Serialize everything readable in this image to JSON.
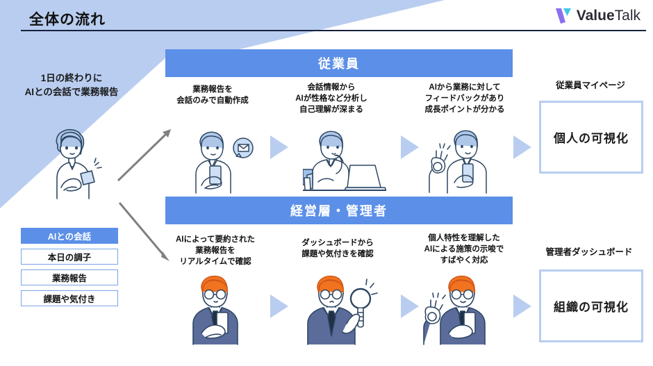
{
  "header": {
    "title": "全体の流れ",
    "logo": {
      "icon": "valuetalk-v-logo",
      "bold_part": "Value",
      "light_part": "Talk",
      "purple": "#8b6ff0",
      "cyan": "#3ec8e8"
    },
    "rule_color": "#16213e",
    "diagonal_color": "#b9cdf0"
  },
  "left": {
    "caption_line1": "1日の終わりに",
    "caption_line2": "AIとの会話で業務報告",
    "person_icon": "person-with-smartphone",
    "buttons": [
      {
        "label": "AIとの会話",
        "active": true
      },
      {
        "label": "本日の調子",
        "active": false
      },
      {
        "label": "業務報告",
        "active": false
      },
      {
        "label": "課題や気付き",
        "active": false
      }
    ],
    "arrow_up_icon": "gray-arrow-up-right",
    "arrow_down_icon": "gray-arrow-down-right"
  },
  "rows": [
    {
      "banner": "従業員",
      "steps": [
        {
          "caption": "業務報告を\n会話のみで自動作成",
          "lines": [
            "業務報告を",
            "会話のみで自動作成"
          ],
          "illustration": "man-smartphone-mail-bubble"
        },
        {
          "caption": "会話情報から\nAIが性格など分析し\n自己理解が深まる",
          "lines": [
            "会話情報から",
            "AIが性格など分析し",
            "自己理解が深まる"
          ],
          "illustration": "man-at-laptop-thinking"
        },
        {
          "caption": "AIから業務に対して\nフィードバックがあり\n成長ポイントが分かる",
          "lines": [
            "AIから業務に対して",
            "フィードバックがあり",
            "成長ポイントが分かる"
          ],
          "illustration": "man-ok-sign-smartphone"
        }
      ],
      "result_label": "従業員マイページ",
      "result_box": "個人の可視化"
    },
    {
      "banner": "経営層・管理者",
      "steps": [
        {
          "caption": "AIによって要約された\n業務報告を\nリアルタイムで確認",
          "lines": [
            "AIによって要約された",
            "業務報告を",
            "リアルタイムで確認"
          ],
          "illustration": "manager-suit-smartphone"
        },
        {
          "caption": "ダッシュボードから\n課題や気付きを確認",
          "lines": [
            "ダッシュボードから",
            "課題や気付きを確認"
          ],
          "illustration": "manager-magnifying-glass"
        },
        {
          "caption": "個人特性を理解した\nAIによる施策の示唆で\nすばやく対応",
          "lines": [
            "個人特性を理解した",
            "AIによる施策の示唆で",
            "すばやく対応"
          ],
          "illustration": "manager-ok-sign-smartphone"
        }
      ],
      "result_label": "管理者ダッシュボード",
      "result_box": "組織の可視化"
    }
  ],
  "colors": {
    "accent_blue": "#5b8fe8",
    "light_blue": "#b9cdf0",
    "hair_blue": "#aec7e8",
    "hair_orange": "#f2731f",
    "suit_navy": "#5b6c9b",
    "gray_arrow": "#808080"
  }
}
